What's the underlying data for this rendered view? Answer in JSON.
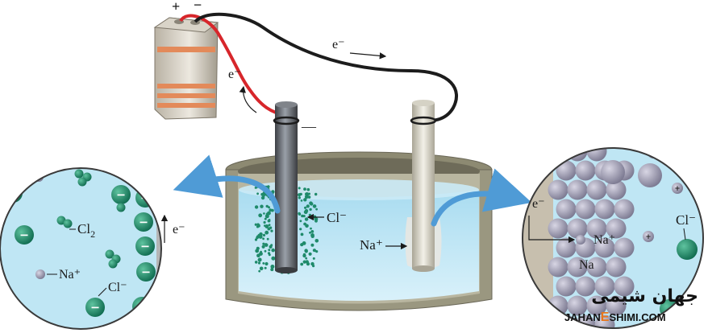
{
  "battery": {
    "plus_label": "+",
    "minus_label": "−"
  },
  "electron_wire_label": "e⁻",
  "electron_battery_label": "e⁻",
  "anode_minus_label": "—",
  "cell": {
    "chloride_label": "Cl⁻",
    "sodium_label": "Na⁺"
  },
  "left_zoom": {
    "cl2_label": "Cl",
    "cl2_subscript": "2",
    "electron_label": "e⁻",
    "sodium_label": "Na⁺",
    "chloride_label": "Cl⁻",
    "plus_sign": "+",
    "minus_sign": "−"
  },
  "right_zoom": {
    "electron_label": "e⁻",
    "sodium_ion_label": "Na⁺",
    "sodium_metal_label": "Na",
    "chloride_label": "Cl⁻",
    "plus_sign": "+",
    "minus_sign": "−"
  },
  "watermark": {
    "persian": "جهان شیمی",
    "latin_prefix": "JAHAN",
    "latin_e": "E",
    "latin_suffix": "SHIMI.COM"
  },
  "colors": {
    "solution": "#bfe6f4",
    "chloride": "#1f8a6a",
    "sodium": "#9a98ad",
    "wire_red": "#d7262b",
    "wire_black": "#1c1c1c",
    "arrow_blue": "#4f9bd6"
  }
}
